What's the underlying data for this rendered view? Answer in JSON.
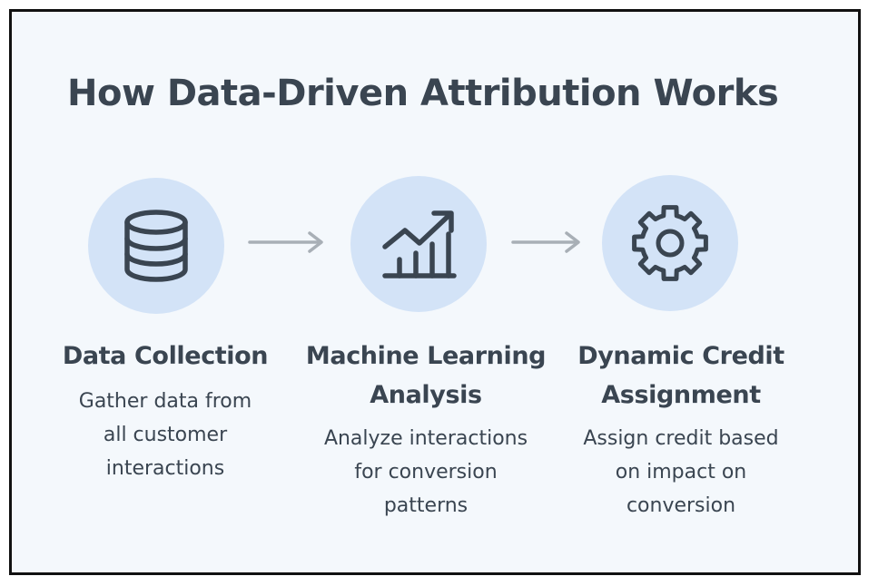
{
  "title": "How Data-Driven Attribution Works",
  "colors": {
    "background": "#f4f8fc",
    "circle": "#d3e3f7",
    "icon": "#3a4551",
    "arrow": "#a8afb6",
    "text": "#3a4551"
  },
  "steps": [
    {
      "icon": "database-icon",
      "title": [
        "Data Collection"
      ],
      "description": [
        "Gather data from",
        "all customer",
        "interactions"
      ]
    },
    {
      "icon": "bar-chart-trend-icon",
      "title": [
        "Machine Learning",
        "Analysis"
      ],
      "description": [
        "Analyze interactions",
        "for conversion",
        "patterns"
      ]
    },
    {
      "icon": "gear-icon",
      "title": [
        "Dynamic Credit",
        "Assignment"
      ],
      "description": [
        "Assign credit based",
        "on impact on",
        "conversion"
      ]
    }
  ]
}
